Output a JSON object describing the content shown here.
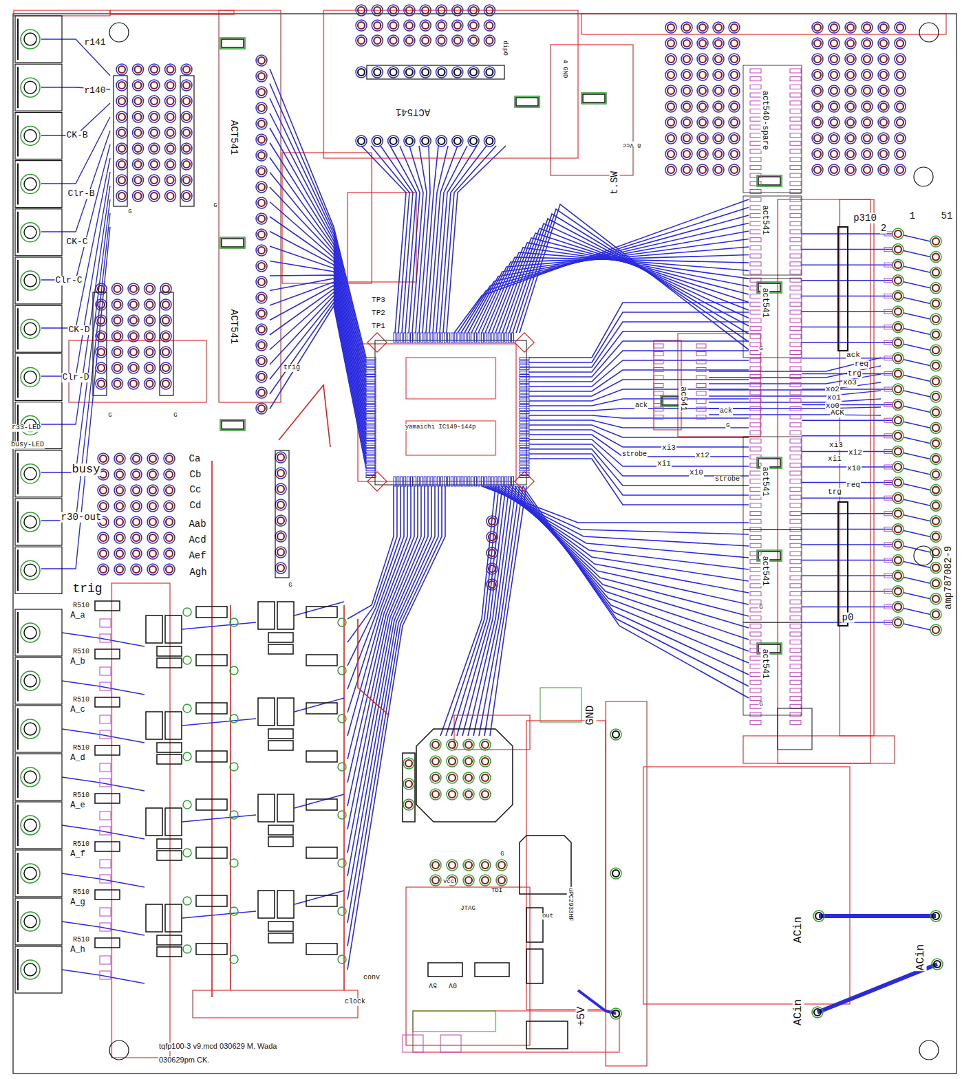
{
  "diagram": {
    "labels": [
      "r141",
      "r140",
      "CK-B",
      "Clr-B",
      "CK-C",
      "Clr-C",
      "CK-D",
      "Clr-D",
      "r33-LED",
      "busy-LED",
      "busy",
      "r30-out",
      "trig",
      "Ca",
      "Cb",
      "Cc",
      "Cd",
      "Aab",
      "Acd",
      "Aef",
      "Agh",
      "ACT541",
      "ACT541",
      "ACT541",
      "TP3",
      "TP2",
      "TP1",
      "yamaichi IC149-144p",
      "trig",
      "act540-spare",
      "act541",
      "act541",
      "ac541",
      "act541",
      "act541",
      "act541",
      "p310",
      "1",
      "2",
      "51",
      "ack",
      "req",
      "trg",
      "xo3",
      "xo2",
      "xo1",
      "xo0",
      "ACK",
      "xi3",
      "xi1",
      "xi2",
      "xi0",
      "req",
      "trg",
      "p0",
      "amp787082-9",
      "strobe",
      "xi3",
      "xi2",
      "xi1",
      "xi0",
      "strobe",
      "ack",
      "ack",
      "t.SW",
      "GND",
      "4 GND",
      "8 Vcc",
      "R510",
      "R510",
      "R510",
      "R510",
      "R510",
      "R510",
      "R510",
      "R510",
      "A_a",
      "A_b",
      "A_c",
      "A_d",
      "A_e",
      "A_f",
      "A_g",
      "A_h",
      "JTAG",
      "vcc",
      "TDI",
      "conv",
      "clock",
      "out",
      "uPC2933HF",
      "+5V",
      "ACin",
      "ACin",
      "ACin",
      "5V",
      "0V",
      "tqfp100-3 v9.mcd 030629 M. Wada",
      "030629pm CK.",
      "dip0",
      "G",
      "G",
      "G",
      "G",
      "G",
      "G",
      "G",
      "G",
      "G",
      "G"
    ]
  }
}
